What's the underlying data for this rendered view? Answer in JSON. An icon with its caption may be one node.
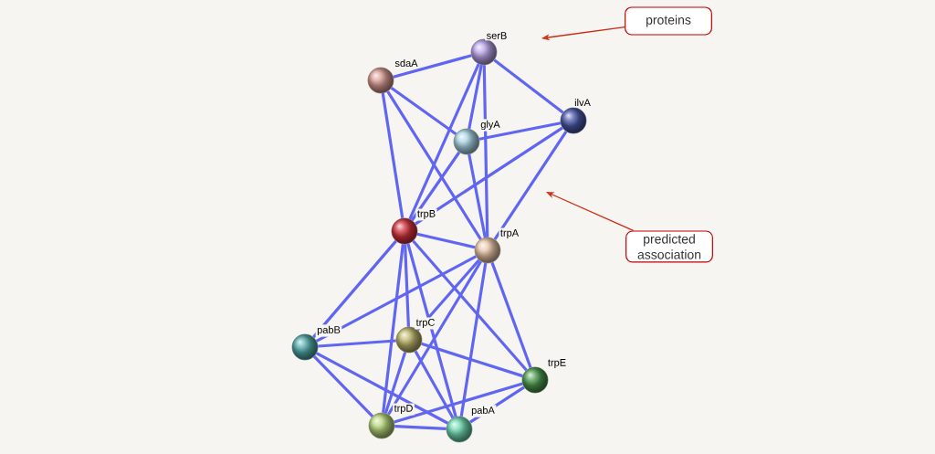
{
  "diagram": {
    "nodes": [
      {
        "text": [],
        "shape": "circle",
        "beside": [
          "serB"
        ]
      },
      {
        "text": [],
        "shape": "circle",
        "beside": [
          "sdaA"
        ]
      },
      {
        "text": [],
        "shape": "circle",
        "beside": [
          "glyA"
        ]
      },
      {
        "text": [],
        "shape": "circle",
        "beside": [
          "ilvA"
        ]
      },
      {
        "text": [],
        "shape": "circle",
        "beside": [
          "trpB"
        ]
      },
      {
        "text": [],
        "shape": "circle",
        "beside": [
          "trpA"
        ]
      },
      {
        "text": [],
        "shape": "circle",
        "beside": [
          "pabB"
        ]
      },
      {
        "text": [],
        "shape": "circle",
        "beside": [
          "trpC"
        ]
      },
      {
        "text": [],
        "shape": "circle",
        "beside": [
          "trpE"
        ]
      },
      {
        "text": [],
        "shape": "circle",
        "beside": [
          "trpD"
        ]
      },
      {
        "text": [],
        "shape": "circle",
        "beside": [
          "pabA"
        ]
      },
      {
        "text": [
          "proteins"
        ]
      },
      {
        "text": [
          "predicted association"
        ]
      }
    ],
    "edges": [
      {
        "from": 0,
        "to": 1,
        "arrow": "none"
      },
      {
        "from": 0,
        "to": 2,
        "arrow": "none"
      },
      {
        "from": 0,
        "to": 3,
        "arrow": "none"
      },
      {
        "from": 0,
        "to": 4,
        "arrow": "none"
      },
      {
        "from": 0,
        "to": 5,
        "arrow": "none"
      },
      {
        "from": 1,
        "to": 2,
        "arrow": "none"
      },
      {
        "from": 1,
        "to": 4,
        "arrow": "none"
      },
      {
        "from": 1,
        "to": 5,
        "arrow": "none"
      },
      {
        "from": 2,
        "to": 3,
        "arrow": "none"
      },
      {
        "from": 2,
        "to": 4,
        "arrow": "none"
      },
      {
        "from": 2,
        "to": 5,
        "arrow": "none"
      },
      {
        "from": 3,
        "to": 4,
        "arrow": "none"
      },
      {
        "from": 3,
        "to": 5,
        "arrow": "none"
      },
      {
        "from": 4,
        "to": 5,
        "arrow": "none"
      },
      {
        "from": 4,
        "to": 6,
        "arrow": "none"
      },
      {
        "from": 4,
        "to": 7,
        "arrow": "none"
      },
      {
        "from": 4,
        "to": 9,
        "arrow": "none"
      },
      {
        "from": 4,
        "to": 10,
        "arrow": "none"
      },
      {
        "from": 4,
        "to": 8,
        "arrow": "none"
      },
      {
        "from": 5,
        "to": 6,
        "arrow": "none"
      },
      {
        "from": 5,
        "to": 7,
        "arrow": "none"
      },
      {
        "from": 5,
        "to": 9,
        "arrow": "none"
      },
      {
        "from": 5,
        "to": 10,
        "arrow": "none"
      },
      {
        "from": 5,
        "to": 8,
        "arrow": "none"
      },
      {
        "from": 6,
        "to": 7,
        "arrow": "none"
      },
      {
        "from": 6,
        "to": 9,
        "arrow": "none"
      },
      {
        "from": 6,
        "to": 10,
        "arrow": "none"
      },
      {
        "from": 7,
        "to": 9,
        "arrow": "none"
      },
      {
        "from": 7,
        "to": 10,
        "arrow": "none"
      },
      {
        "from": 7,
        "to": 8,
        "arrow": "none"
      },
      {
        "from": 9,
        "to": 10,
        "arrow": "none"
      },
      {
        "from": 9,
        "to": 8,
        "arrow": "none"
      },
      {
        "from": 10,
        "to": 8,
        "arrow": "none"
      },
      {
        "from": 11,
        "to": null,
        "arrow": "to",
        "color": "#cc2a10"
      },
      {
        "from": 12,
        "to": null,
        "arrow": "to",
        "color": "#cc2a10"
      }
    ]
  }
}
